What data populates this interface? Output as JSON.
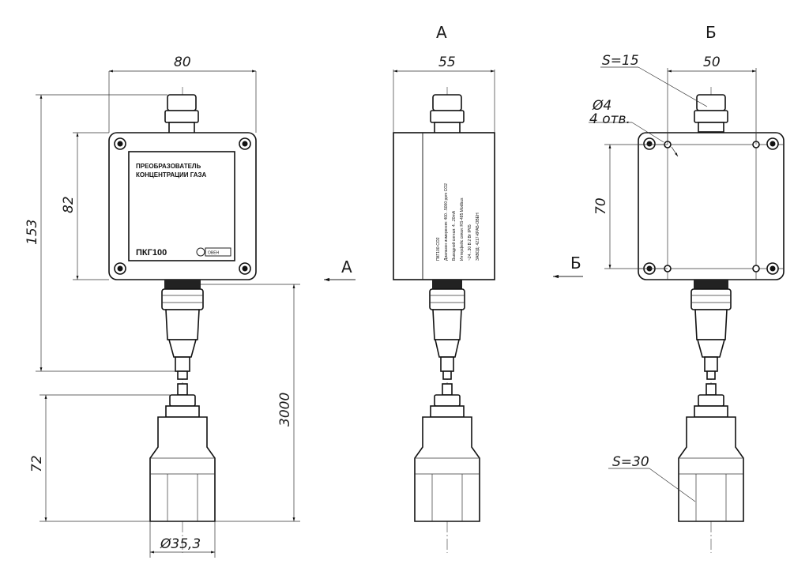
{
  "views": {
    "front": {
      "plate_line1": "ПРЕОБРАЗОВАТЕЛЬ",
      "plate_line2": "КОНЦЕНТРАЦИИ ГАЗА",
      "model": "ПКГ100",
      "logo": "ОВЕН"
    },
    "side": {
      "title": "А",
      "label_lines": [
        "ПКГ100-CO2",
        "Диапазон измерения: 400...5000 ppm CO2",
        "Выходной сигнал: 4...20mA",
        "Интерфейс связи: RS-485 Modbus",
        "~24...30 В  2 Вт       IP65",
        "ЗАВОД: 4217-КРАБ-ОВЕН"
      ]
    },
    "rear": {
      "title": "Б"
    }
  },
  "section_arrows": {
    "a": "А",
    "b": "Б"
  },
  "dimensions": {
    "front_width": "80",
    "side_width": "55",
    "rear_width": "50",
    "front_height_total": "153",
    "front_height_box": "82",
    "cable_length": "3000",
    "sensor_height": "72",
    "sensor_diameter": "Ø35,3",
    "rear_holes_distance": "70",
    "gland_wrench": "S=15",
    "hole_diameter": "Ø4",
    "hole_count": "4 отв.",
    "sensor_wrench": "S=30"
  }
}
